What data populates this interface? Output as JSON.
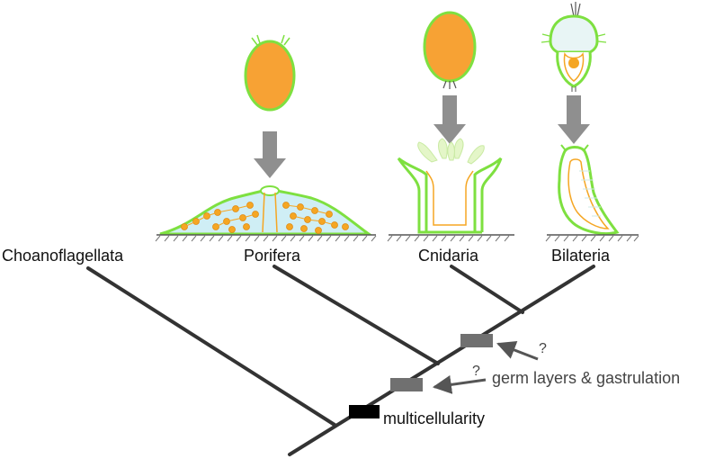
{
  "taxa": {
    "choanoflagellata": "Choanoflagellata",
    "porifera": "Porifera",
    "cnidaria": "Cnidaria",
    "bilateria": "Bilateria"
  },
  "annotations": {
    "multicellularity": "multicellularity",
    "germ_layers": "germ layers & gastrulation",
    "question_mark": "?"
  },
  "colors": {
    "larva_fill": "#f7a234",
    "outline": "#7ee040",
    "arrow": "#8f8f8f",
    "branch": "#333333",
    "marker_multicellularity": "#000000",
    "marker_germ_layers": "#707070",
    "substrate": "#cfeef5",
    "cell_orange": "#f5a623"
  }
}
